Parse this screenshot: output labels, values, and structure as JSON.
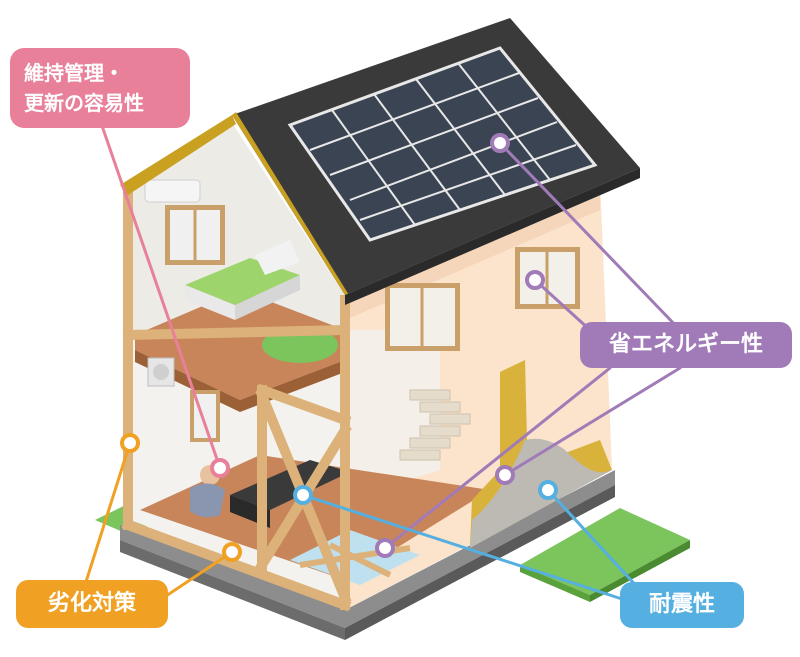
{
  "labels": {
    "maintenance_line1": "維持管理・",
    "maintenance_line2": "更新の容易性",
    "energy": "省エネルギー性",
    "deterioration": "劣化対策",
    "seismic": "耐震性"
  },
  "colors": {
    "maintenance": "#e8809a",
    "energy": "#a07bb8",
    "deterioration": "#f0a022",
    "seismic": "#55afe0",
    "roof": "#3a3a3a",
    "wall": "#fbe3cc",
    "floor_wood": "#c8855a",
    "timber": "#dcb27a",
    "insulation": "#d8b23a",
    "grass": "#7cc45c"
  }
}
